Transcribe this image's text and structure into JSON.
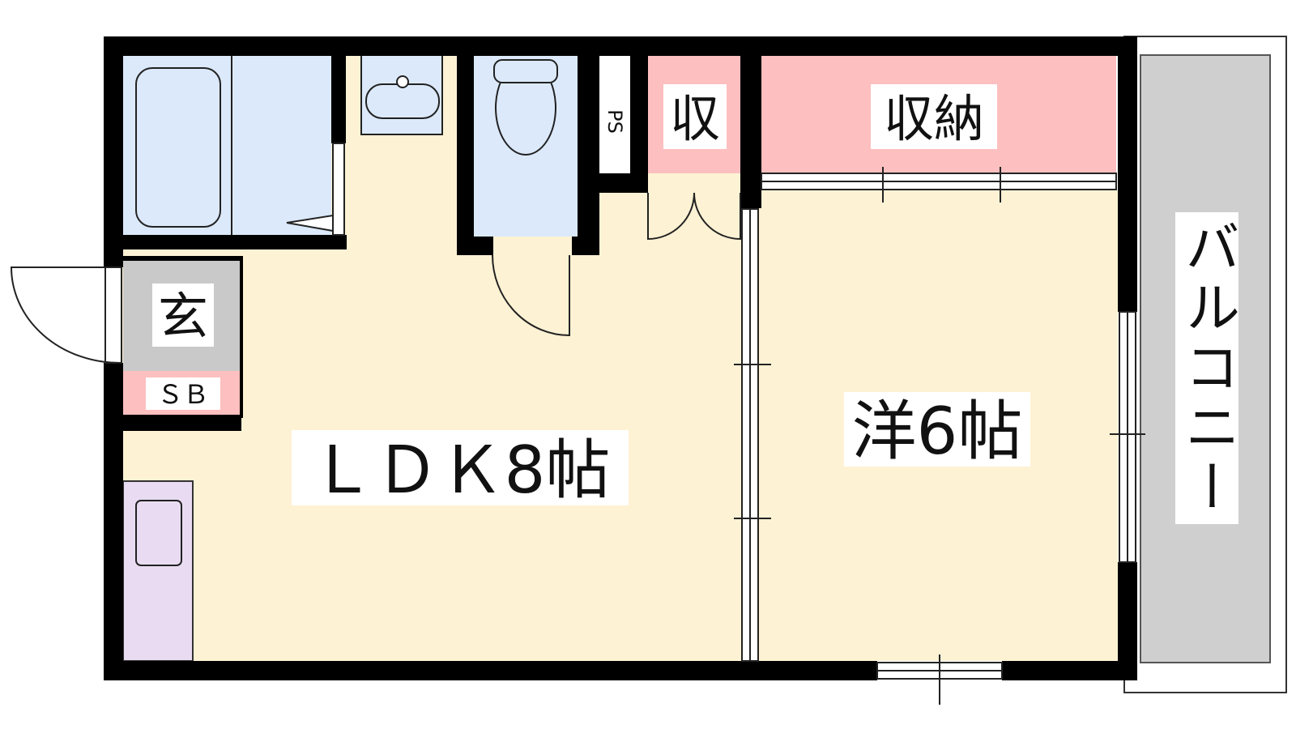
{
  "rooms": {
    "ldk": "ＬＤＫ8帖",
    "western": "洋6帖",
    "storage_small": "収",
    "storage": "収納",
    "entrance": "玄",
    "shoe_box": "ＳＢ",
    "pipe_space": "PS",
    "balcony": "バルコニー"
  },
  "colors": {
    "wall": "#000000",
    "living_floor": "#fdf2d4",
    "wet_area": "#dbe9fa",
    "storage": "#fdbfbf",
    "entrance": "#c9c9c9",
    "kitchen": "#e9dcf2",
    "balcony": "#cfcfcf"
  }
}
